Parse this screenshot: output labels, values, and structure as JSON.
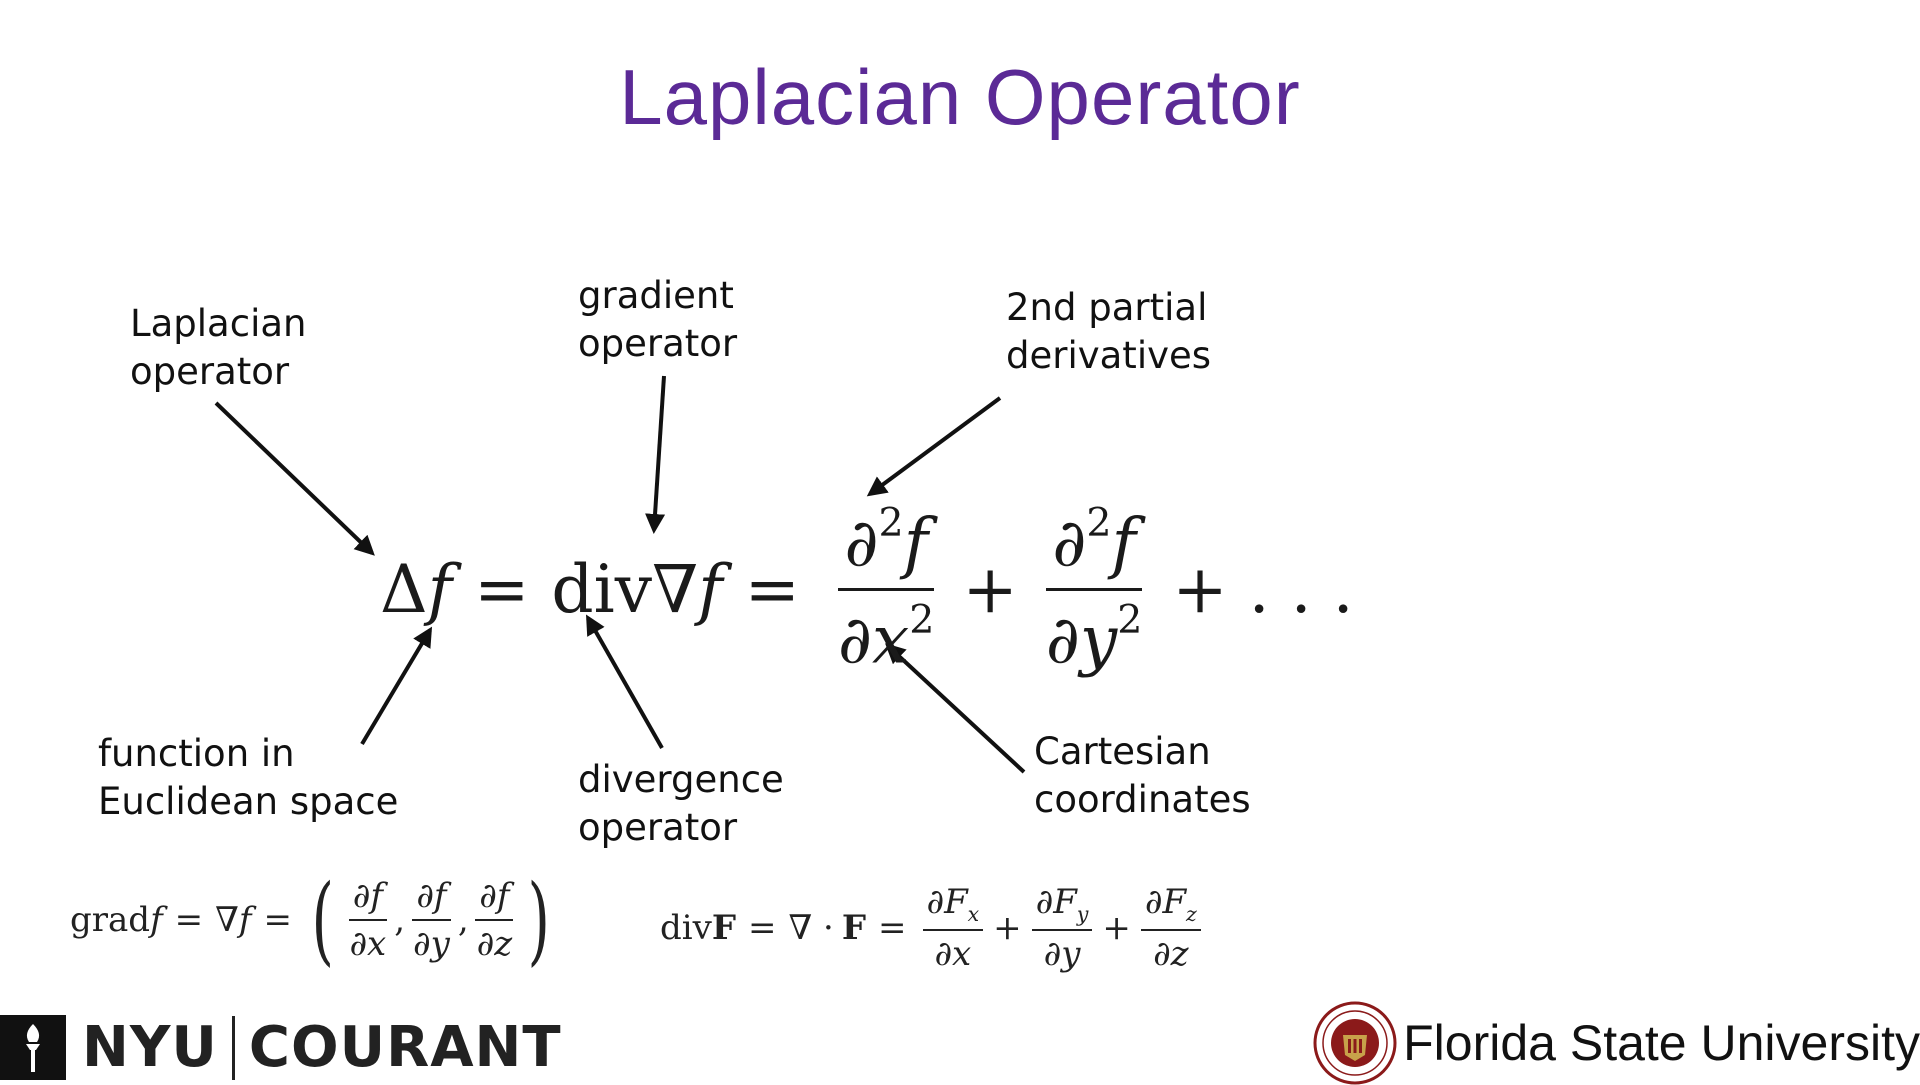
{
  "slide": {
    "title": "Laplacian Operator"
  },
  "labels": {
    "laplacian_operator": "Laplacian\noperator",
    "gradient_operator": "gradient\noperator",
    "second_partial": "2nd partial\nderivatives",
    "function_space": "function in\nEuclidean space",
    "divergence_operator": "divergence\noperator",
    "cartesian": "Cartesian\ncoordinates"
  },
  "main_equation": {
    "delta": "Δ",
    "f": "f",
    "eq": "=",
    "div": "div",
    "nabla": "∇",
    "partial2": "∂",
    "two": "2",
    "dx": "∂x",
    "dy": "∂y",
    "plus": "+",
    "dots": "+ . . ."
  },
  "grad_equation": {
    "grad": "grad",
    "f": "f",
    "eq": "=",
    "nabla": "∇",
    "df": "∂f",
    "dx": "∂x",
    "dy": "∂y",
    "dz": "∂z",
    "comma": ","
  },
  "div_equation": {
    "div": "div",
    "F": "F",
    "eq": "=",
    "nabla_dot": "∇ ·",
    "dFx": "∂F",
    "x": "x",
    "y": "y",
    "z": "z",
    "dx": "∂x",
    "dy": "∂y",
    "dz": "∂z",
    "plus": "+"
  },
  "logos": {
    "nyu": "NYU",
    "courant": "COURANT",
    "fsu": "Florida State University"
  },
  "colors": {
    "title": "#5b2a96",
    "fsu_seal": "#8b1a1a",
    "fsu_gold": "#c8a24a"
  },
  "icons": {
    "nyu_torch": "torch-icon",
    "fsu_seal": "seal-icon"
  }
}
